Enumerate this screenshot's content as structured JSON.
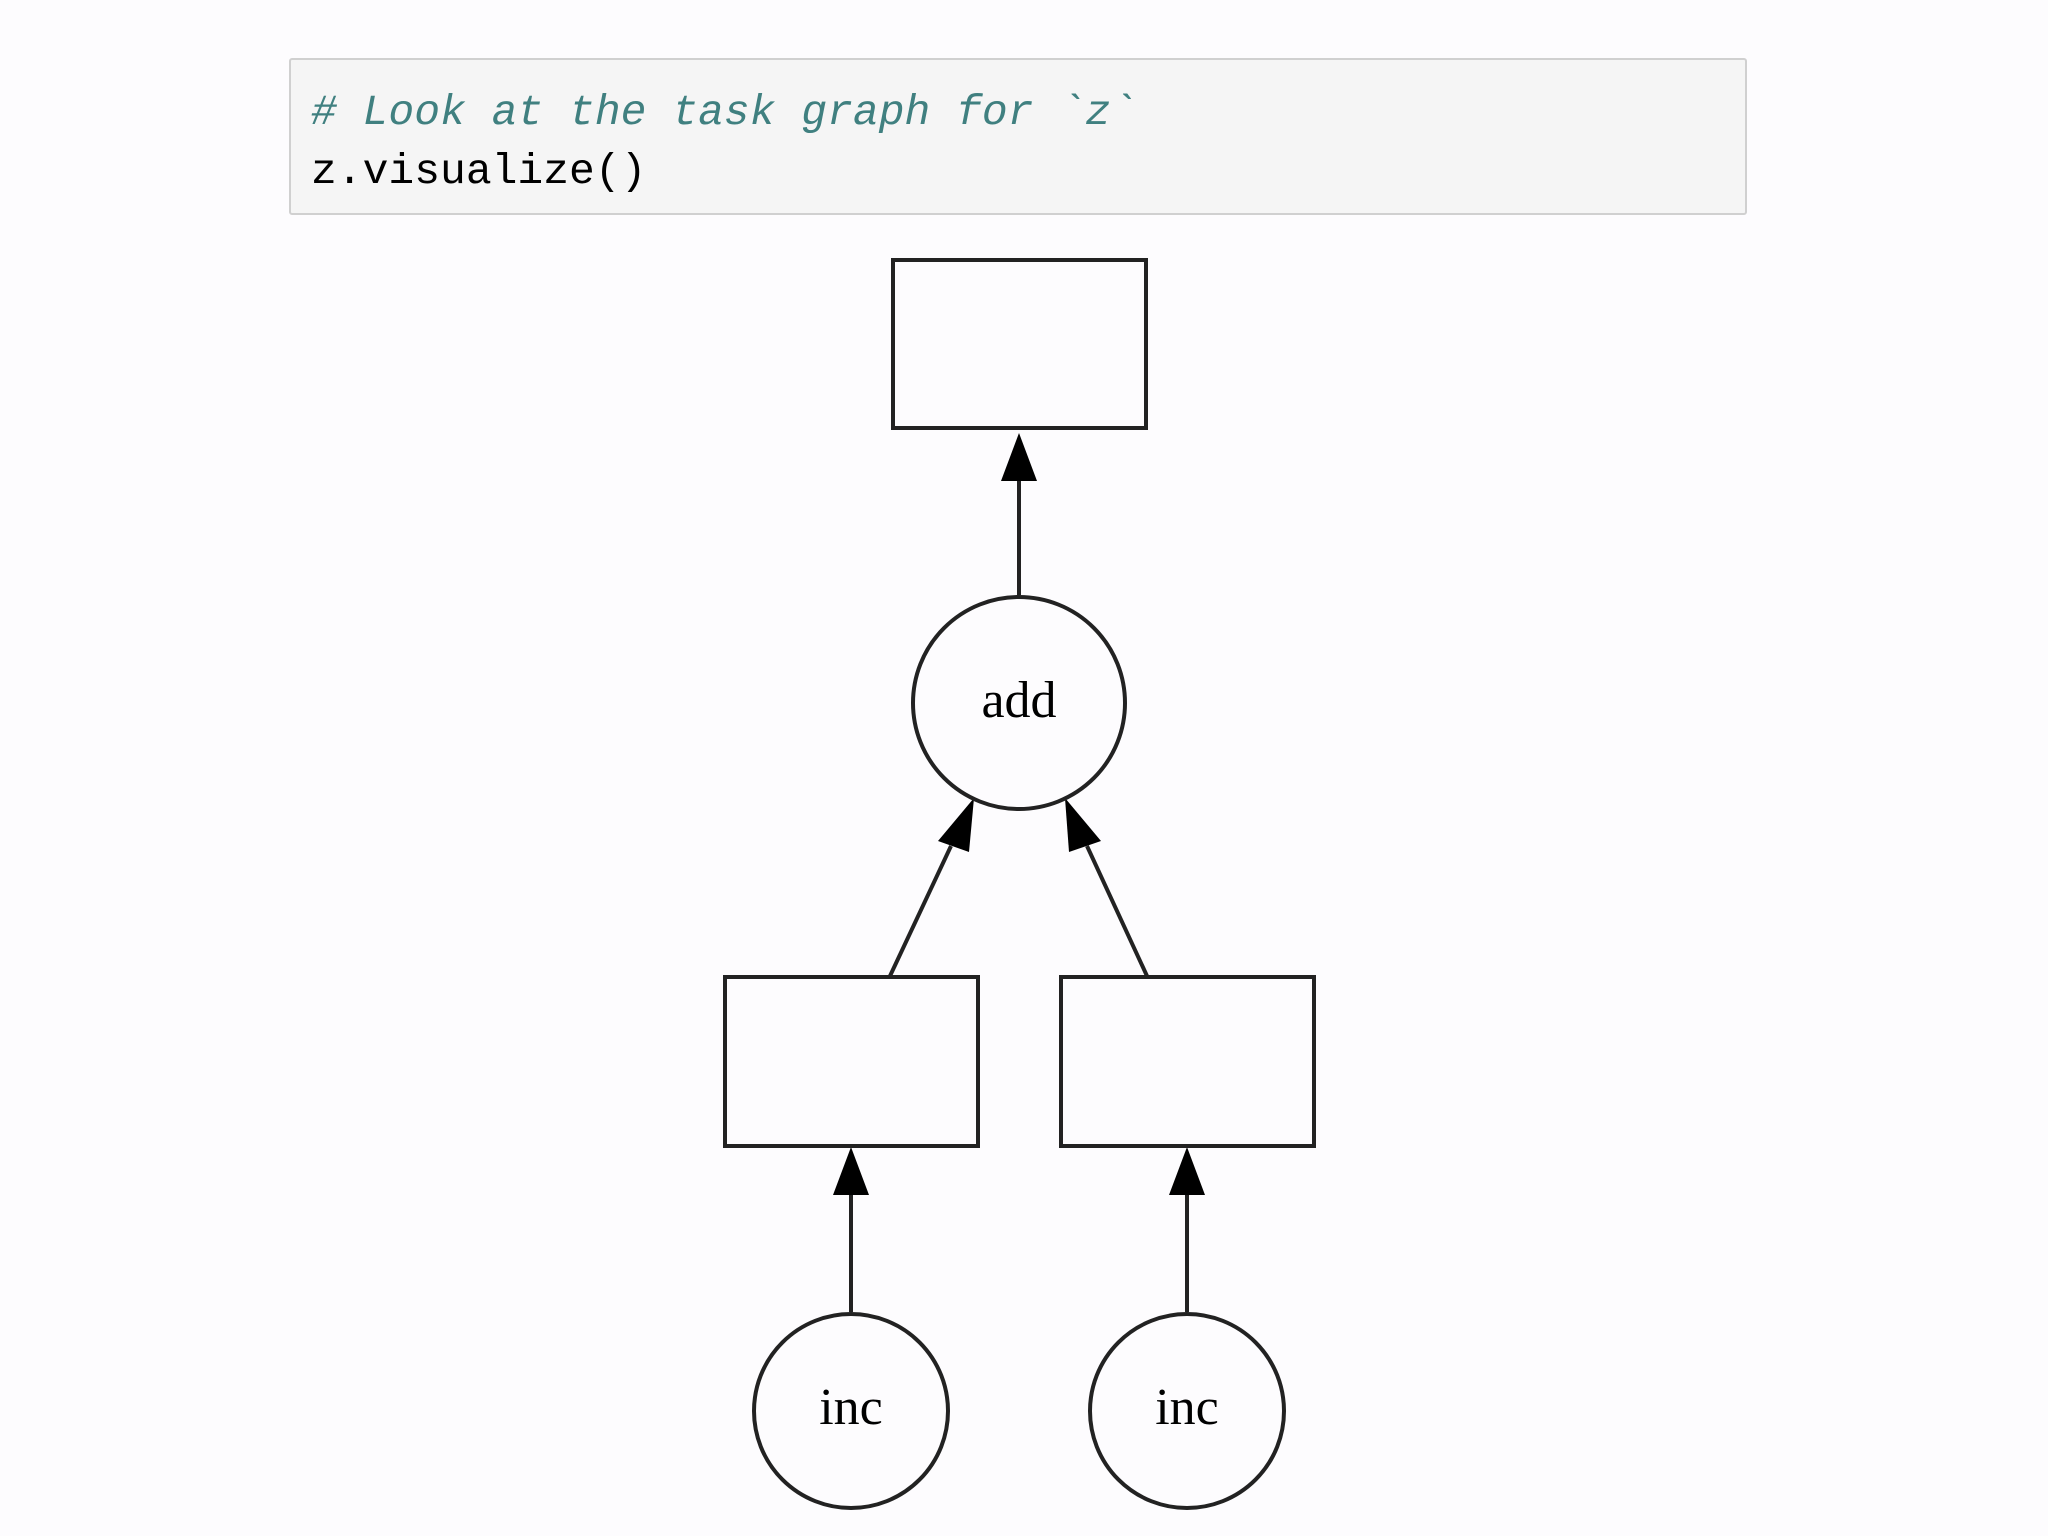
{
  "code_cell": {
    "comment": "# Look at the task graph for `z`",
    "code": "z.visualize()"
  },
  "graph": {
    "add_label": "add",
    "inc_left_label": "inc",
    "inc_right_label": "inc"
  }
}
